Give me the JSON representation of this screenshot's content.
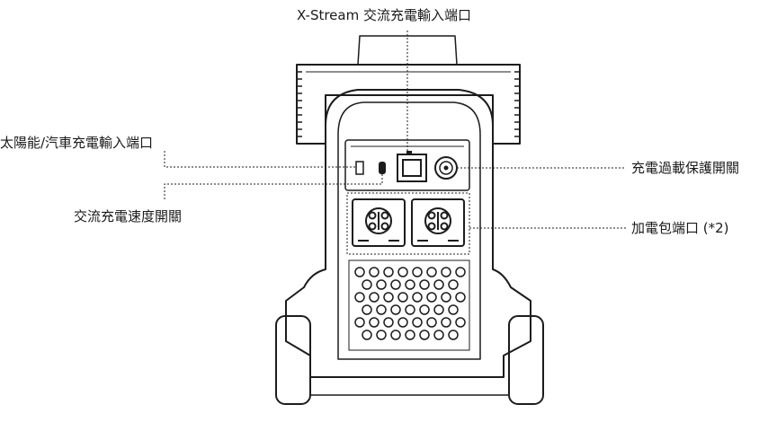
{
  "labels": {
    "xstream_port": "X-Stream 交流充電輸入端口",
    "solar_car_input": "太陽能/汽車充電輸入端口",
    "ac_speed_switch": "交流充電速度開關",
    "overload_protection": "充電過載保護開關",
    "extra_battery_port": "加電包端口 (*2)"
  },
  "colors": {
    "line": "#1a1a1a",
    "device_fill": "#ffffff",
    "device_stroke": "#1c1c1c"
  },
  "icons": [
    "device-illustration",
    "ac-input-socket-icon",
    "breaker-button-icon",
    "battery-port-icon",
    "vent-grille"
  ]
}
